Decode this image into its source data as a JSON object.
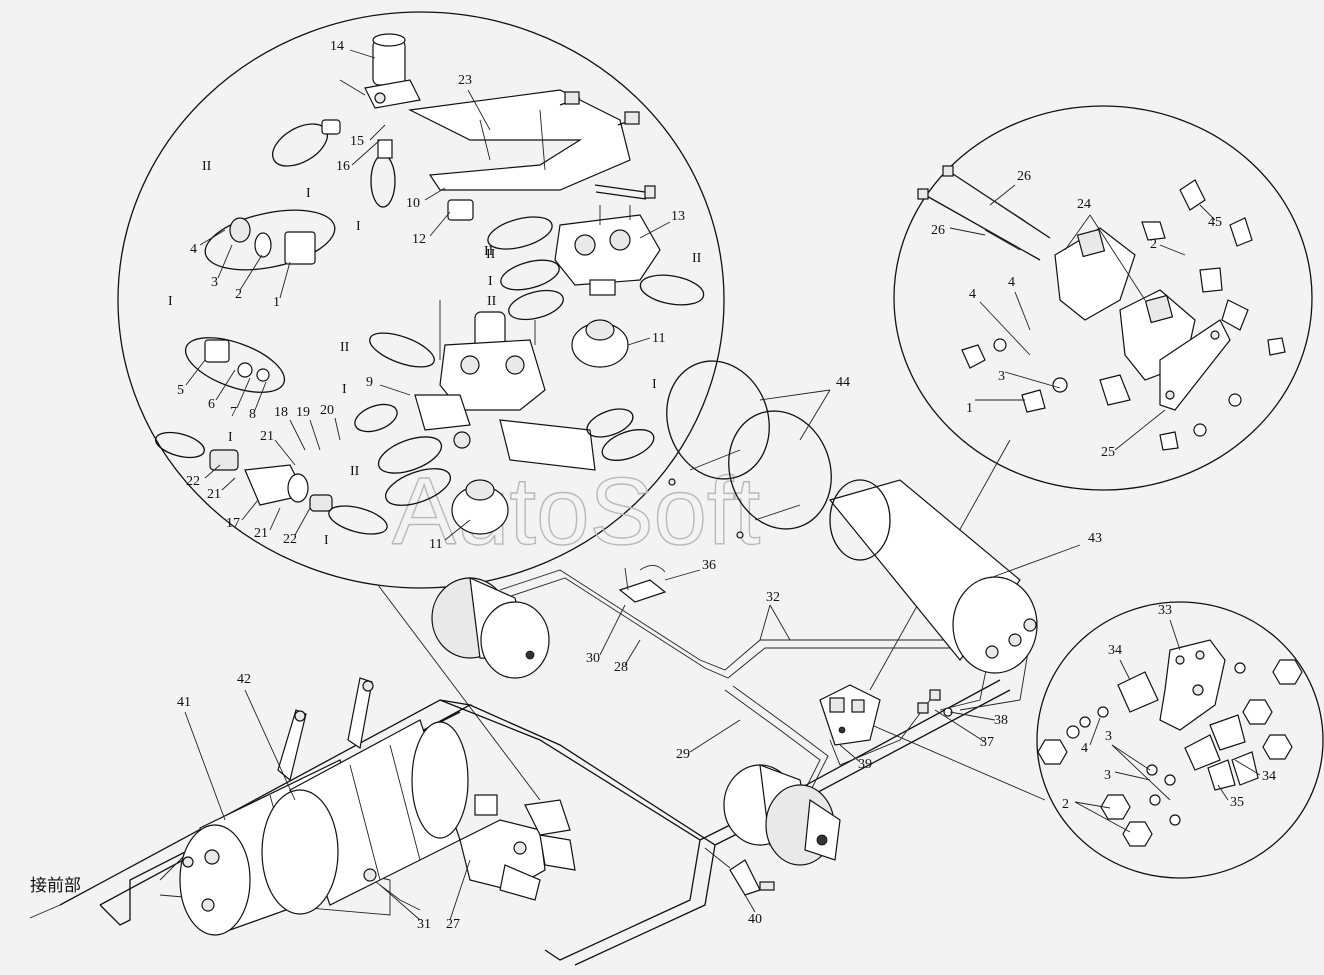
{
  "diagram": {
    "watermark": "AutoSoft",
    "front_connection_label": "接前部",
    "roman_marks": [
      "I",
      "II"
    ],
    "part_numbers": [
      "1",
      "2",
      "3",
      "4",
      "5",
      "6",
      "7",
      "8",
      "9",
      "10",
      "11",
      "12",
      "13",
      "14",
      "15",
      "16",
      "17",
      "18",
      "19",
      "20",
      "21",
      "22",
      "23",
      "24",
      "25",
      "26",
      "27",
      "28",
      "29",
      "30",
      "31",
      "32",
      "33",
      "34",
      "35",
      "36",
      "37",
      "38",
      "39",
      "40",
      "41",
      "42",
      "43",
      "44",
      "45"
    ]
  }
}
